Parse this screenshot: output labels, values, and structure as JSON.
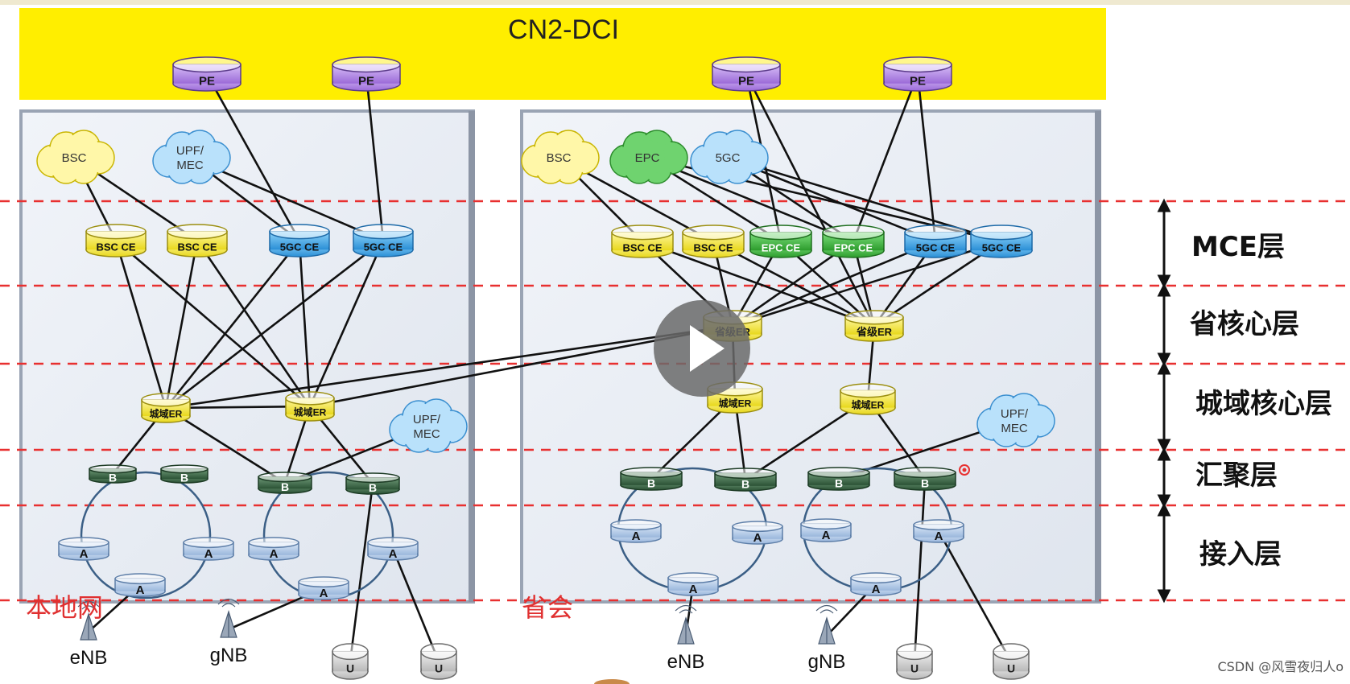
{
  "title": "CN2-DCI",
  "layers": [
    "MCE层",
    "省核心层",
    "城域核心层",
    "汇聚层",
    "接入层"
  ],
  "regions": {
    "local": "本地网",
    "capital": "省会"
  },
  "node_labels": {
    "pe": "PE",
    "bsc": "BSC",
    "epc": "EPC",
    "fivegc": "5GC",
    "upf_line1": "UPF/",
    "upf_line2": "MEC",
    "bsc_ce": "BSC CE",
    "epc_ce": "EPC CE",
    "fivegc_ce": "5GC CE",
    "prov_er": "省级ER",
    "metro_er": "城域ER",
    "b": "B",
    "a": "A",
    "u": "U",
    "enb": "eNB",
    "gnb": "gNB"
  },
  "watermark": "CSDN @风雪夜归人o",
  "colors": {
    "banner": "#ffee00",
    "pe": "#b68be8",
    "bsc": "#f3ea3c",
    "epc": "#3db53d",
    "fivegc": "#3ba8e8",
    "er": "#f3ea3c",
    "b": "#3d6b48",
    "a": "#b3cbe8",
    "u": "#d9d9d9",
    "layer_line": "#e83030",
    "region_panel": "#e6ebf3"
  }
}
